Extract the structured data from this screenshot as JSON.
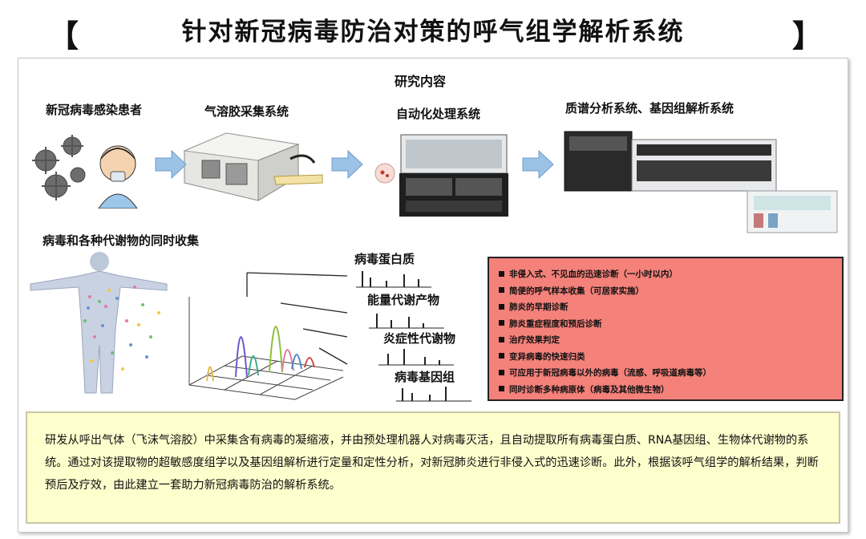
{
  "header": {
    "bracket_left": "【",
    "bracket_right": "】",
    "title": "针对新冠病毒防治对策的呼气组学解析系统"
  },
  "section_title": "研究内容",
  "flow": {
    "step1": "新冠病毒感染患者",
    "step2": "气溶胶采集系统",
    "step3": "自动化处理系统",
    "step4": "质谱分析系统、基因组解析系统"
  },
  "collection_title": "病毒和各种代谢物的同时收集",
  "outputs": {
    "o1": "病毒蛋白质",
    "o2": "能量代谢产物",
    "o3": "炎症性代谢物",
    "o4": "病毒基因组"
  },
  "benefits": [
    "非侵入式、不见血的迅速诊断（一小时以内）",
    "简便的呼气样本收集（可居家实施）",
    "肺炎的早期诊断",
    "肺炎重症程度和预后诊断",
    "治疗效果判定",
    "变异病毒的快速归类",
    "可应用于新冠病毒以外的病毒（流感、呼吸道病毒等）",
    "同时诊断多种病原体（病毒及其他微生物）"
  ],
  "summary": "研发从呼出气体（飞沫气溶胶）中采集含有病毒的凝缩液，并由预处理机器人对病毒灭活，且自动提取所有病毒蛋白质、RNA基因组、生物体代谢物的系统。通过对该提取物的超敏感度组学以及基因组解析进行定量和定性分析，对新冠肺炎进行非侵入式的迅速诊断。此外，根据该呼气组学的解析结果，判断预后及疗效，由此建立一套助力新冠病毒防治的解析系统。",
  "colors": {
    "arrow": "#9cc3e6",
    "benefit_bg": "#f4817a",
    "summary_bg": "#fffecd"
  }
}
